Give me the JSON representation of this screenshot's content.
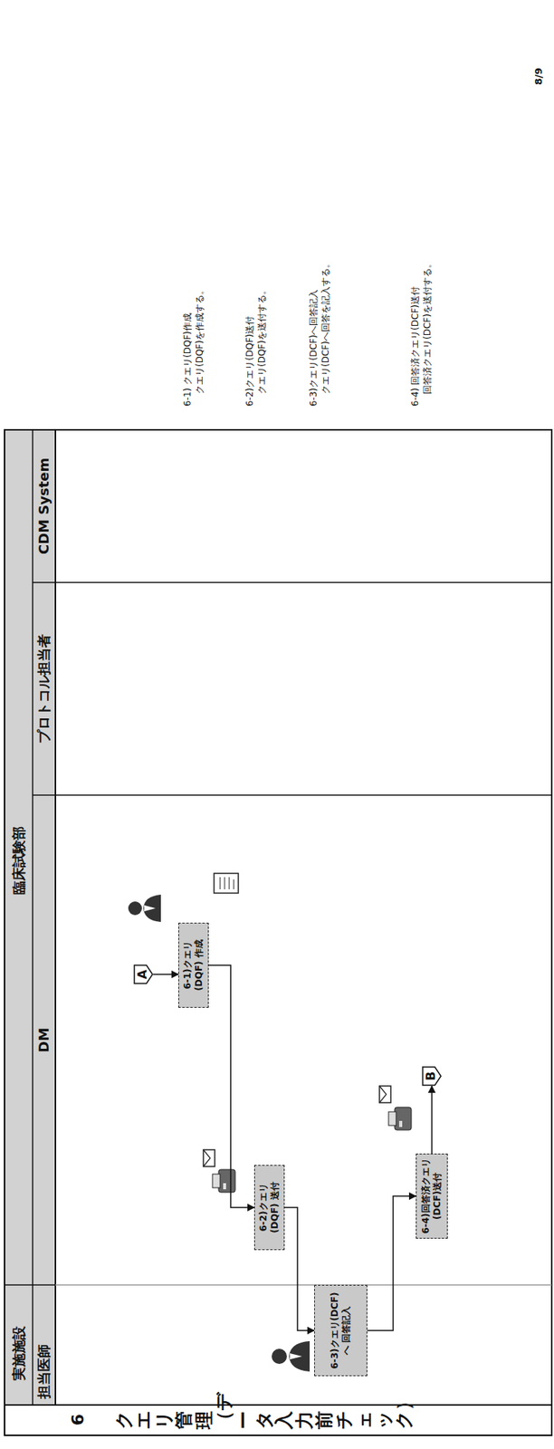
{
  "diagram": {
    "nodes": [
      {
        "text": [
          "A"
        ]
      },
      {
        "text": [
          "6-1)クエリ(DQF) 作成"
        ]
      },
      {
        "text": [
          "6-2)クエリ(DQF) 送付"
        ]
      },
      {
        "text": [
          "6-3)クエリ(DCF)へ 回答記入"
        ]
      },
      {
        "text": [
          "6-4)回答済クエリ (DCF)送付"
        ]
      },
      {
        "text": [
          "B"
        ]
      }
    ],
    "edges": [
      {
        "from": 0,
        "to": 1,
        "arrow": "to"
      },
      {
        "from": 1,
        "to": 2,
        "arrow": "to"
      },
      {
        "from": 2,
        "to": 3,
        "arrow": "to"
      },
      {
        "from": 3,
        "to": 4,
        "arrow": "to"
      },
      {
        "from": 4,
        "to": 5,
        "arrow": "to"
      }
    ],
    "labels": [
      "8/9",
      "実施施設",
      "臨床試験部",
      "担当医師",
      "DM",
      "プロトコル担当者",
      "CDM System",
      "6",
      "クエリ管理（データ入力前チェック）",
      "6-1) クエリ(DQF)作成",
      "クエリ(DQF)を作成する。",
      "6-2)クエリ(DQF)送付",
      "クエリ(DQF)を送付する。",
      "6-3)クエリ(DCF)へ回答記入",
      "クエリ(DCF)へ回答を記入する。",
      "6-4) 回答済クエリ(DCF)送付",
      "回答済クエリ(DCF)を送付する。"
    ]
  }
}
